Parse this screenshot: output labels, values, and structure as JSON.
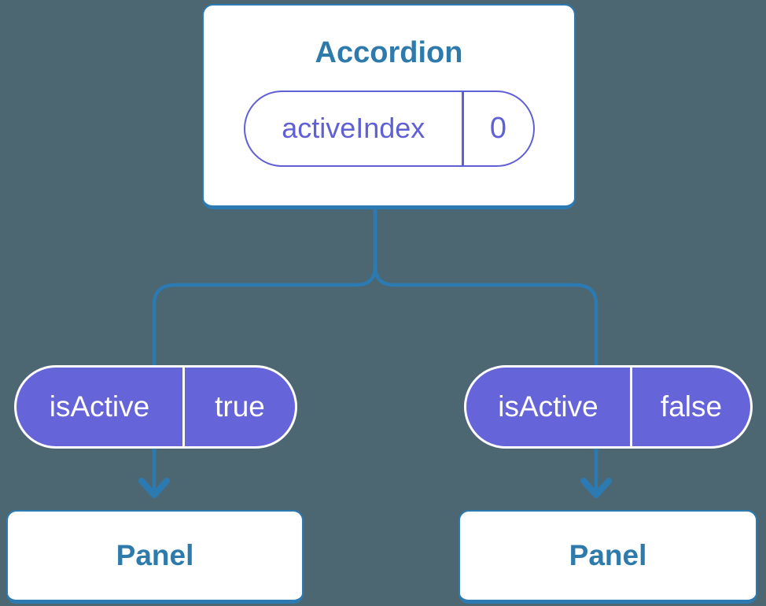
{
  "diagram": {
    "type": "component-tree",
    "root": {
      "title": "Accordion",
      "state": {
        "key": "activeIndex",
        "value": "0"
      }
    },
    "children": [
      {
        "prop": {
          "key": "isActive",
          "value": "true"
        },
        "label": "Panel"
      },
      {
        "prop": {
          "key": "isActive",
          "value": "false"
        },
        "label": "Panel"
      }
    ],
    "colors": {
      "background": "#4c6772",
      "connector_blue": "#2c7ab2",
      "heading_text_blue": "#2e7bab",
      "pill_fill_purple": "#6564d8",
      "pill_outline_purple": "#6060d6",
      "card_background": "#ffffff",
      "pill_text_white": "#ffffff"
    }
  }
}
